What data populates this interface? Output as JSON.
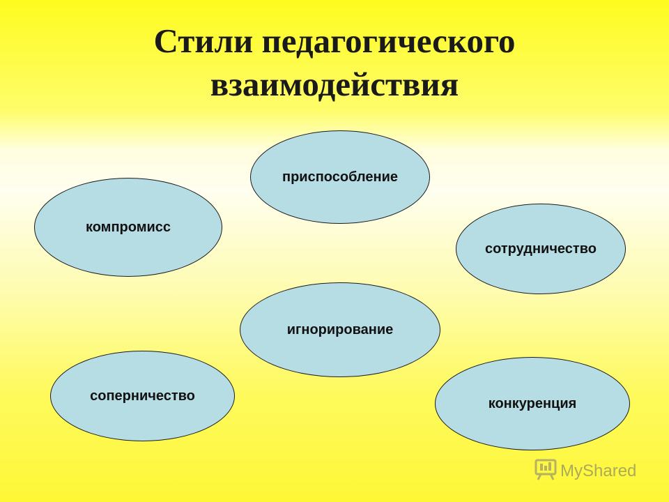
{
  "title": {
    "line1": "Стили педагогического",
    "line2": "взаимодействия"
  },
  "styles": [
    {
      "id": "prisposoblenie",
      "label": "приспособление"
    },
    {
      "id": "kompromiss",
      "label": "компромисс"
    },
    {
      "id": "sotrudnichestvo",
      "label": "сотрудничество"
    },
    {
      "id": "ignorirovanie",
      "label": "игнорирование"
    },
    {
      "id": "sopernichestvo",
      "label": "соперничество"
    },
    {
      "id": "konkurentsiya",
      "label": "конкуренция"
    }
  ],
  "colors": {
    "bubble_fill": "#b7dde4",
    "bubble_stroke": "#1a1a1a",
    "background_top": "#fefb1f",
    "background_mid": "#fffef0"
  },
  "watermark": {
    "text": "MyShared",
    "icon": "presentation-board-icon"
  }
}
